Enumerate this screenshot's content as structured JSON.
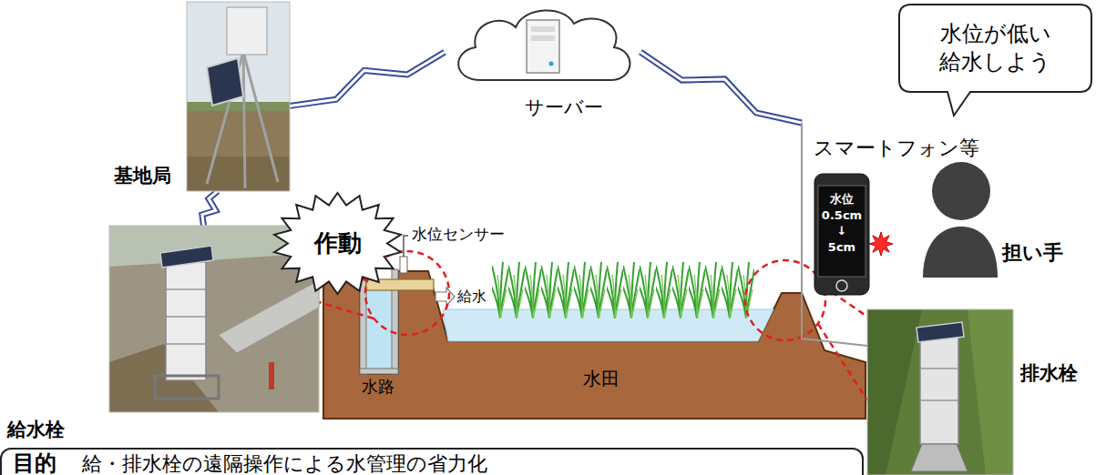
{
  "diagram": {
    "nodes": [
      {
        "text": [
          "基地局"
        ]
      },
      {
        "text": [
          "サーバー"
        ]
      },
      {
        "text": [
          "水位が低い 給水しよう"
        ]
      },
      {
        "text": [
          "スマートフォン等",
          "水位 0.5cm ↓ 5cm"
        ]
      },
      {
        "text": [
          "作動"
        ]
      },
      {
        "text": [
          "担い手"
        ]
      },
      {
        "text": [
          "給水栓"
        ]
      },
      {
        "text": [
          "排水栓"
        ]
      },
      {
        "text": [
          "目的",
          "給・排水栓の遠隔操作による水管理の省力化"
        ]
      }
    ],
    "edges": [
      {
        "from": 0,
        "to": 1,
        "arrow": "none"
      },
      {
        "from": 0,
        "to": 6,
        "arrow": "none"
      },
      {
        "from": 1,
        "to": 7,
        "arrow": "none"
      }
    ],
    "labels": [
      "水位センサー",
      "給水",
      "水路",
      "水田"
    ]
  }
}
